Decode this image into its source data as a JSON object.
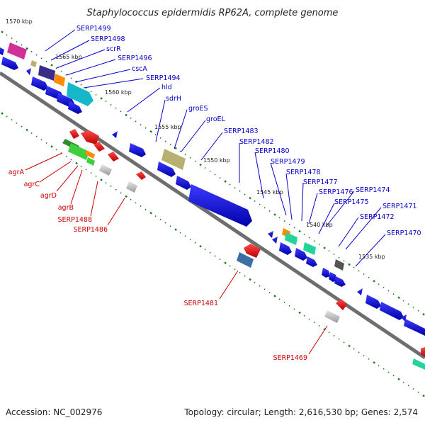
{
  "title": "Staphylococcus epidermidis RP62A, complete genome",
  "accession": "Accession: NC_002976",
  "topology": "Topology: circular; Length: 2,616,530 bp; Genes: 2,574",
  "scale_labels": [
    "1570 kbp",
    "1565 kbp",
    "1560 kbp",
    "1555 kbp",
    "1550 kbp",
    "1545 kbp",
    "1540 kbp",
    "1535 kbp"
  ],
  "top_labels": [
    "SERP1499",
    "SERP1498",
    "scrR",
    "SERP1496",
    "cscA",
    "SERP1494",
    "hld",
    "sdrH",
    "groES",
    "groEL",
    "SERP1483",
    "SERP1482",
    "SERP1480",
    "SERP1479",
    "SERP1478",
    "SERP1477",
    "SERP1476",
    "SERP1475",
    "SERP1474",
    "SERP1472",
    "SERP1471",
    "SERP1470"
  ],
  "bottom_labels": [
    "agrA",
    "agrC",
    "agrD",
    "agrB",
    "SERP1488",
    "SERP1486",
    "SERP1481",
    "SERP1469"
  ],
  "colors": {
    "forward": "#0000cc",
    "reverse": "#cc0000",
    "backbone": "#888888",
    "ticks": "#1a7a1a"
  }
}
